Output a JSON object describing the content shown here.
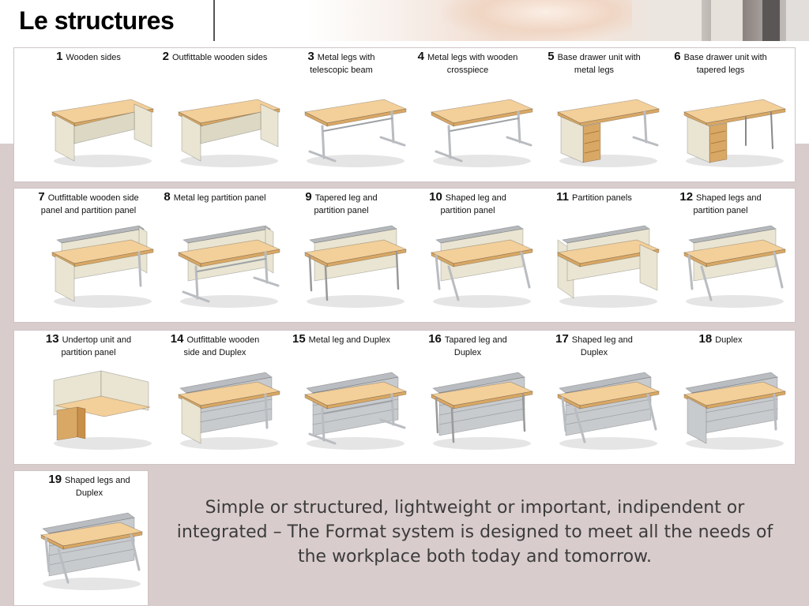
{
  "header": {
    "title": "Le structures"
  },
  "items": [
    {
      "num": "1",
      "lines": [
        "Wooden sides"
      ],
      "style": "woodsides"
    },
    {
      "num": "2",
      "lines": [
        "Outfittable wooden sides"
      ],
      "style": "woodsides"
    },
    {
      "num": "3",
      "lines": [
        "Metal legs with",
        "telescopic beam"
      ],
      "style": "metalT"
    },
    {
      "num": "4",
      "lines": [
        "Metal legs with wooden",
        "crosspiece"
      ],
      "style": "metalT"
    },
    {
      "num": "5",
      "lines": [
        "Base drawer unit with",
        "metal  legs"
      ],
      "style": "drawerMetal"
    },
    {
      "num": "6",
      "lines": [
        "Base drawer unit with",
        "tapered legs"
      ],
      "style": "drawerTaper"
    },
    {
      "num": "7",
      "lines": [
        "Outfittable wooden side",
        "panel and partition panel"
      ],
      "style": "partitionWood"
    },
    {
      "num": "8",
      "lines": [
        "Metal leg partition panel"
      ],
      "style": "partitionMetal"
    },
    {
      "num": "9",
      "lines": [
        "Tapered leg and",
        "partition panel"
      ],
      "style": "partitionTaper"
    },
    {
      "num": "10",
      "lines": [
        "Shaped leg and",
        "partition panel"
      ],
      "style": "partitionShaped"
    },
    {
      "num": "11",
      "lines": [
        "Partition panels"
      ],
      "style": "partitionPanels"
    },
    {
      "num": "12",
      "lines": [
        "Shaped legs and",
        "partition panel"
      ],
      "style": "partitionBack"
    },
    {
      "num": "13",
      "lines": [
        "Undertop unit and",
        "partition panel"
      ],
      "style": "corner"
    },
    {
      "num": "14",
      "lines": [
        "Outfittable wooden",
        "side and Duplex"
      ],
      "style": "duplexWood"
    },
    {
      "num": "15",
      "lines": [
        "Metal leg and Duplex"
      ],
      "style": "duplexMetal"
    },
    {
      "num": "16",
      "lines": [
        "Tapared leg and",
        "Duplex"
      ],
      "style": "duplexTaper"
    },
    {
      "num": "17",
      "lines": [
        "Shaped leg and",
        "Duplex"
      ],
      "style": "duplexShaped"
    },
    {
      "num": "18",
      "lines": [
        "Duplex"
      ],
      "style": "duplex"
    },
    {
      "num": "19",
      "lines": [
        "Shaped legs and",
        "Duplex"
      ],
      "style": "shapedDuplex"
    }
  ],
  "tagline": "Simple or structured, lightweight or important, indipendent or integrated – The Format system is designed to meet all the needs of the workplace both today and tomorrow.",
  "colors": {
    "background": "#d9cccc",
    "wood_top": "#f3cf9a",
    "wood_edge": "#d9a865",
    "panel": "#e9e5d2",
    "metal": "#b9bcc0",
    "text": "#111111",
    "tagline": "#3c3c3c"
  }
}
